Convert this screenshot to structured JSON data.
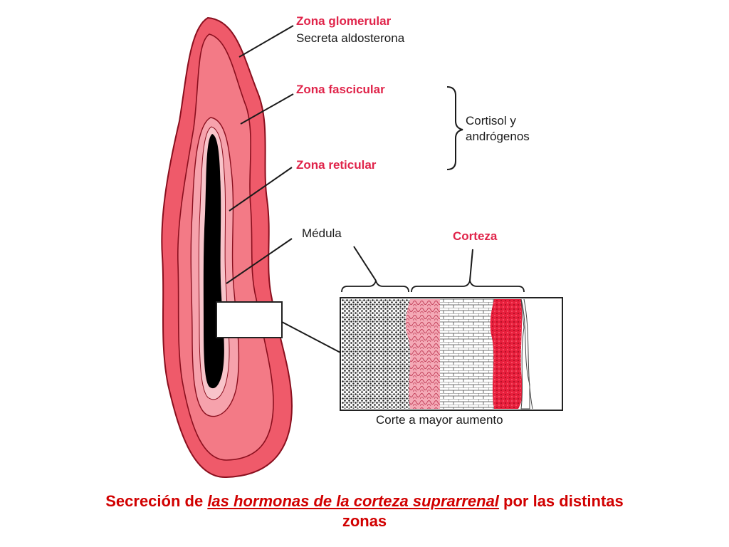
{
  "labels": {
    "zona_glomerular": "Zona glomerular",
    "secreta_aldosterona": "Secreta aldosterona",
    "zona_fascicular": "Zona fascicular",
    "cortisol_line1": "Cortisol y",
    "cortisol_line2": "andrógenos",
    "zona_reticular": "Zona reticular",
    "medula": "Médula",
    "corteza": "Corteza",
    "corte_caption": "Corte a mayor aumento"
  },
  "caption": {
    "part1": "Secreción de ",
    "part2_underlined": "las hormonas de la corteza suprarrenal",
    "part3": " por las distintas",
    "line2": "zonas"
  },
  "colors": {
    "zone_outer": "#ef5a6a",
    "zone_middle": "#f37a86",
    "zone_inner": "#f6a2ac",
    "medulla": "#000000",
    "label_red": "#e0244a",
    "caption_red": "#d10000"
  }
}
